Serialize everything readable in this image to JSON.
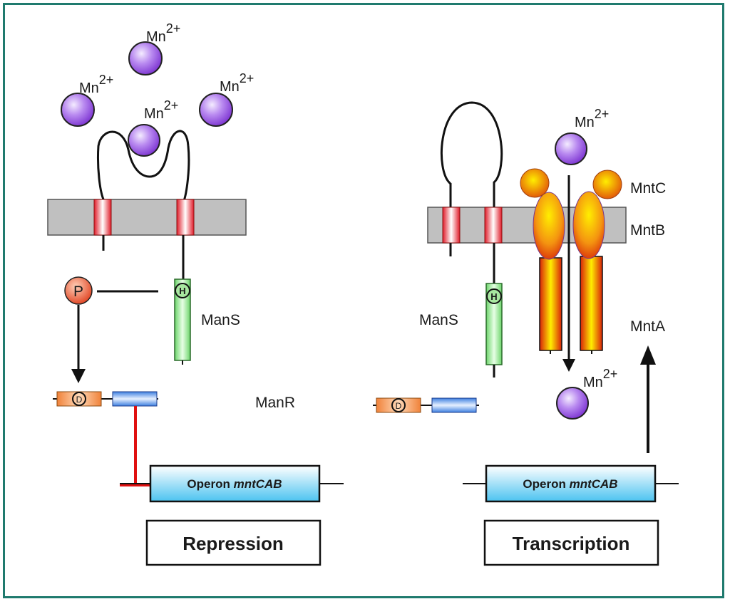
{
  "figure": {
    "title": "Mn2+ sensing by ManS/ManR two-component system regulating the mntCAB operon",
    "colors": {
      "border": "#1f7a6e",
      "membrane": "#c0c0c0",
      "mn_ion": "#9a5ae0",
      "tm_helix": "#e8323a",
      "mans_domain": "#8fe08a",
      "phospho": "#f05a3a",
      "receiver": "#f0904a",
      "dna_binding": "#4a90e0",
      "operon": "#7fd3f5",
      "repression_bar": "#e01010",
      "transporter": "#f08a10"
    }
  },
  "left_panel": {
    "ions": [
      {
        "label": "Mn",
        "charge": "2+"
      },
      {
        "label": "Mn",
        "charge": "2+"
      },
      {
        "label": "Mn",
        "charge": "2+"
      },
      {
        "label": "Mn",
        "charge": "2+"
      }
    ],
    "sensor_label": "ManS",
    "histidine_label": "H",
    "phosphate_label": "P",
    "aspartate_label": "D",
    "regulator_label": "ManR",
    "operon": {
      "prefix": "Operon ",
      "gene": "mntCAB"
    },
    "state_label": "Repression"
  },
  "right_panel": {
    "ions": [
      {
        "label": "Mn",
        "charge": "2+"
      },
      {
        "label": "Mn",
        "charge": "2+"
      }
    ],
    "sensor_label": "ManS",
    "histidine_label": "H",
    "aspartate_label": "D",
    "transporter_labels": [
      "MntC",
      "MntB",
      "MntA"
    ],
    "operon": {
      "prefix": "Operon ",
      "gene": "mntCAB"
    },
    "state_label": "Transcription"
  }
}
